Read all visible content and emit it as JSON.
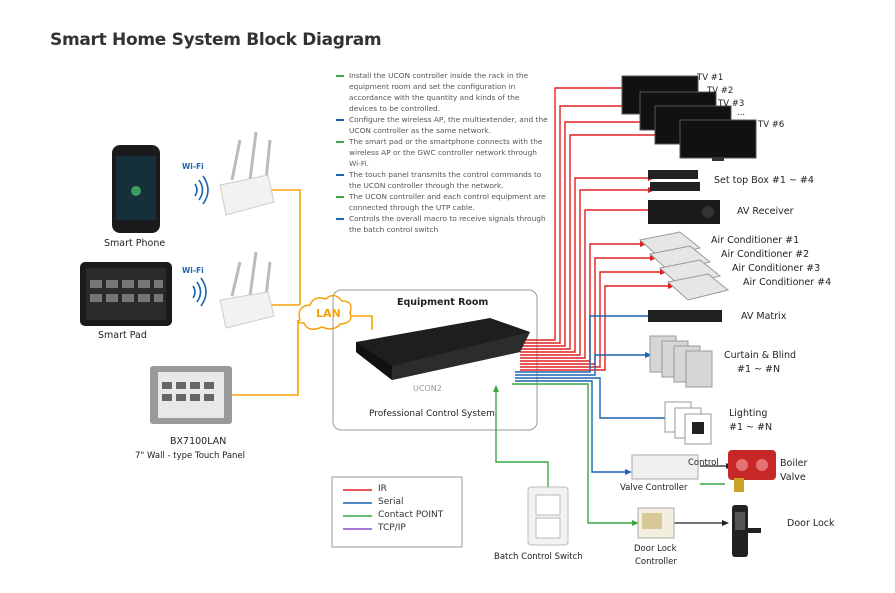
{
  "title": "Smart Home System Block Diagram",
  "notes": [
    {
      "text": "Install the UCON controller inside the rack in the equipment room and set the configuration in accordance with the quantity and kinds of the devices to be controlled.",
      "color": "#39a845"
    },
    {
      "text": "Configure the wireless AP, the multiextender, and the UCON controller as the same network.",
      "color": "#1a64b0"
    },
    {
      "text": "The smart pad or the smartphone connects with the wireless AP or the GWC controller network through Wi-Fi.",
      "color": "#39a845"
    },
    {
      "text": "The touch panel transmits the control commands to the UCON controller through the network.",
      "color": "#1a64b0"
    },
    {
      "text": "The UCON controller and each control equipment are connected through the UTP cable.",
      "color": "#39a845"
    },
    {
      "text": "Controls the overall macro to receive signals through the batch control switch",
      "color": "#1a64b0"
    }
  ],
  "left": {
    "smart_phone": "Smart Phone",
    "smart_pad": "Smart Pad",
    "wifi_1": "Wi-Fi",
    "wifi_2": "Wi-Fi",
    "panel_name": "BX7100LAN",
    "panel_desc": "7\" Wall - type Touch Panel",
    "lan": "LAN"
  },
  "center": {
    "room_title": "Equipment Room",
    "device_label": "UCON2",
    "system_label": "Professional Control System",
    "batch_switch": "Batch Control Switch"
  },
  "right": {
    "tvs": [
      "TV #1",
      "TV #2",
      "TV #3",
      "...",
      "TV #6"
    ],
    "set_top_box": "Set top Box #1 ~ #4",
    "av_receiver": "AV Receiver",
    "air_conditioners": [
      "Air Conditioner #1",
      "Air Conditioner #2",
      "Air Conditioner #3",
      "Air Conditioner #4"
    ],
    "av_matrix": "AV Matrix",
    "curtain_1": "Curtain & Blind",
    "curtain_2": "#1 ~ #N",
    "lighting_1": "Lighting",
    "lighting_2": "#1 ~ #N",
    "valve_controller": "Valve Controller",
    "control": "Control",
    "boiler_1": "Boiler",
    "boiler_2": "Valve",
    "door_lock": "Door Lock",
    "door_lock_ctrl_1": "Door Lock",
    "door_lock_ctrl_2": "Controller"
  },
  "legend": [
    {
      "label": "IR",
      "color": "#e02020"
    },
    {
      "label": "Serial",
      "color": "#1a64b0"
    },
    {
      "label": "Contact POINT",
      "color": "#39a845"
    },
    {
      "label": "TCP/IP",
      "color": "#8a4fc7"
    }
  ],
  "colors": {
    "ir": "#e02020",
    "serial": "#1a64b0",
    "contact": "#39a845",
    "lan": "#f5a20a"
  }
}
